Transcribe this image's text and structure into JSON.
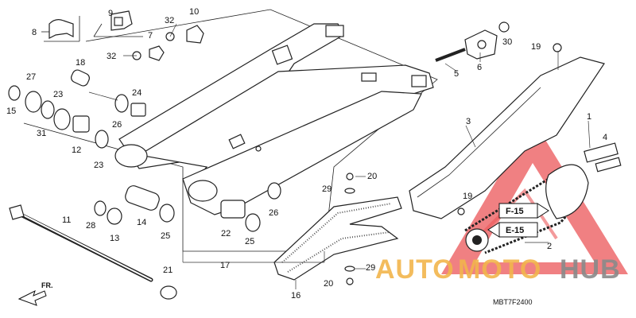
{
  "diagram": {
    "code": "MBT7F2400",
    "direction": "FR.",
    "watermark": {
      "part1": "AUTO",
      "part2": "MOTO",
      "part3": "HUB",
      "color1": "#f2b54c",
      "color2": "#8a8a8a",
      "logo_color": "#e8383b"
    },
    "refs": [
      "F-15",
      "E-15"
    ],
    "callouts": {
      "c1": "1",
      "c2": "2",
      "c3": "3",
      "c4": "4",
      "c5": "5",
      "c6": "6",
      "c7": "7",
      "c8": "8",
      "c9": "9",
      "c10": "10",
      "c11": "11",
      "c12": "12",
      "c13": "13",
      "c14": "14",
      "c15": "15",
      "c16": "16",
      "c17": "17",
      "c18": "18",
      "c19a": "19",
      "c19b": "19",
      "c20a": "20",
      "c20b": "20",
      "c21": "21",
      "c22": "22",
      "c23a": "23",
      "c23b": "23",
      "c24": "24",
      "c25a": "25",
      "c25b": "25",
      "c26a": "26",
      "c26b": "26",
      "c27": "27",
      "c28": "28",
      "c29a": "29",
      "c29b": "29",
      "c30": "30",
      "c31": "31",
      "c32a": "32",
      "c32b": "32"
    }
  }
}
